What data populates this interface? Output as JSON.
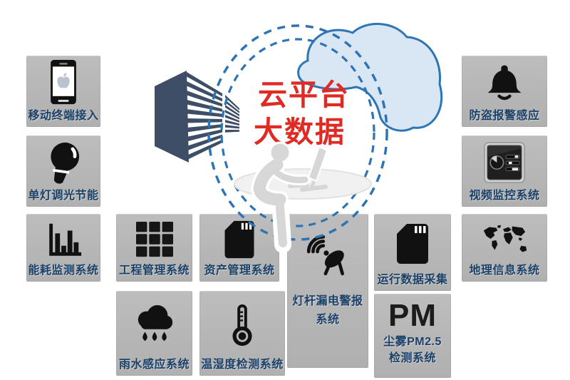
{
  "title": {
    "line1": "云平台",
    "line2": "大数据"
  },
  "colors": {
    "accent_red": "#e02b25",
    "diagram_blue": "#2e74b5",
    "label_navy": "#1b4168",
    "panel_gray": "#b6b6b6",
    "icon_black": "#141414",
    "cloud_fill": "#d9e6f4",
    "building_navy": "#3d4e66"
  },
  "illustrations": {
    "cloud": "cloud-illustration",
    "dashed_rings": "dashed-ring-illustration",
    "building": "office-building-illustration",
    "person": "person-at-computer-illustration"
  },
  "panels": {
    "mobile_access": {
      "label": "移动终端接入",
      "icon": "smartphone-icon"
    },
    "single_lamp_dimming": {
      "label": "单灯调光节能",
      "icon": "lightbulb-icon"
    },
    "energy_monitoring": {
      "label": "能耗监测系统",
      "icon": "bar-chart-icon"
    },
    "engineering_mgmt": {
      "label": "工程管理系统",
      "icon": "grid-icon"
    },
    "asset_mgmt": {
      "label": "资产管理系统",
      "icon": "sd-card-icon"
    },
    "rain_sensing": {
      "label": "雨水感应系统",
      "icon": "rain-cloud-icon"
    },
    "temp_humidity": {
      "label": "温湿度检测系统",
      "icon": "thermometer-icon"
    },
    "pole_leakage": {
      "label_line1": "灯杆漏电警报",
      "label_line2": "系统",
      "icon": "satellite-dish-icon"
    },
    "data_collection": {
      "label": "运行数据采集",
      "icon": "sd-card-icon"
    },
    "pm25": {
      "big_text": "PM",
      "label_line1": "尘雾PM2.5",
      "label_line2": "检测系统"
    },
    "burglar_alarm": {
      "label": "防盗报警感应",
      "icon": "bell-icon"
    },
    "video_surveillance": {
      "label": "视频监控系统",
      "icon": "control-panel-icon"
    },
    "gis": {
      "label": "地理信息系统",
      "icon": "world-map-icon"
    }
  }
}
